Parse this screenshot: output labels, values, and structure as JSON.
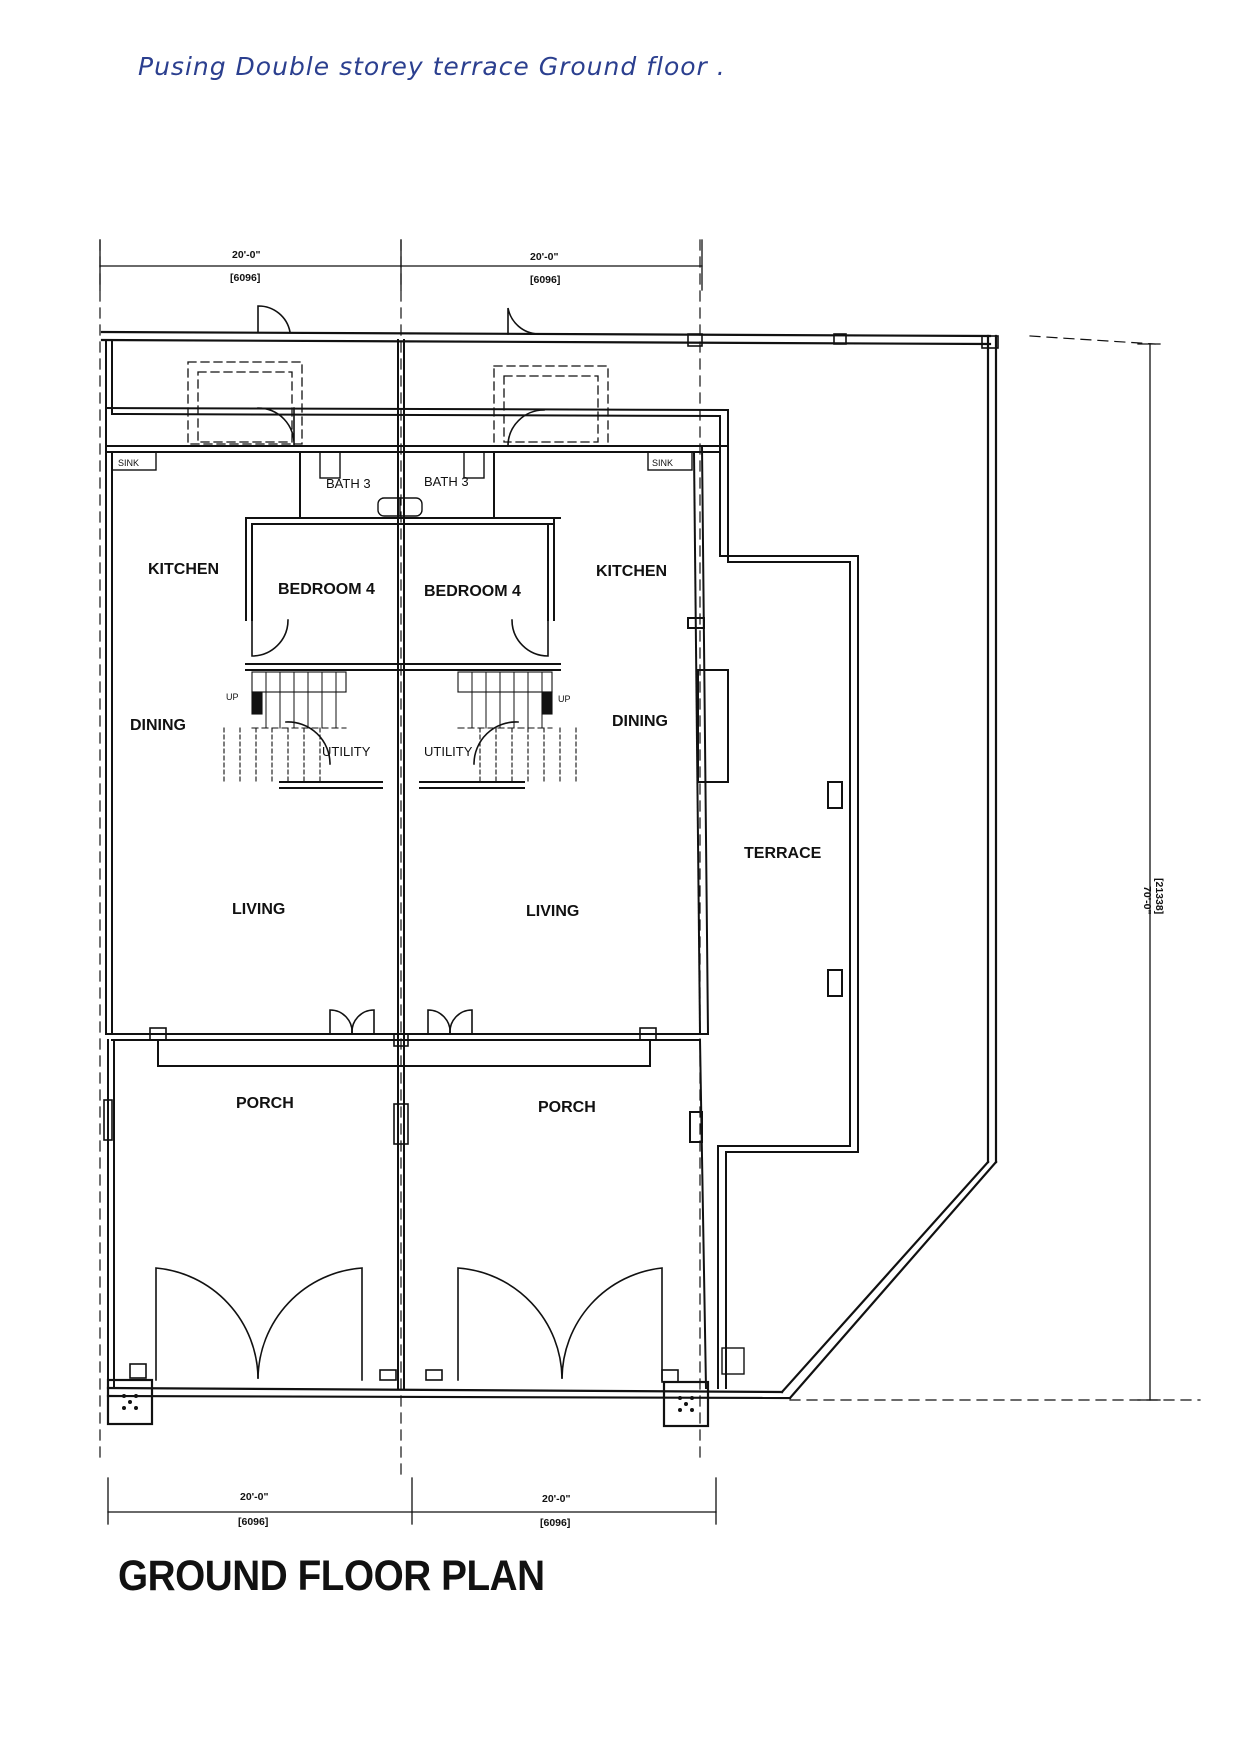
{
  "handwritten_note": "Pusing Double storey terrace Ground floor .",
  "title": "GROUND FLOOR PLAN",
  "dimensions": {
    "width_ft": "20'-0\"",
    "width_mm": "[6096]",
    "depth_ft": "70'-0\"",
    "depth_mm": "[21338]"
  },
  "rooms": {
    "kitchen": "KITCHEN",
    "bedroom": "BEDROOM 4",
    "dining": "DINING",
    "living": "LIVING",
    "porch": "PORCH",
    "terrace": "TERRACE",
    "utility": "UTILITY",
    "bath_left": "BATH 3",
    "bath_right": "BATH 3",
    "sink_left": "SINK",
    "sink_right": "SINK",
    "up": "UP"
  },
  "colors": {
    "ink": "#111111",
    "note_ink": "#2b3f8f"
  }
}
